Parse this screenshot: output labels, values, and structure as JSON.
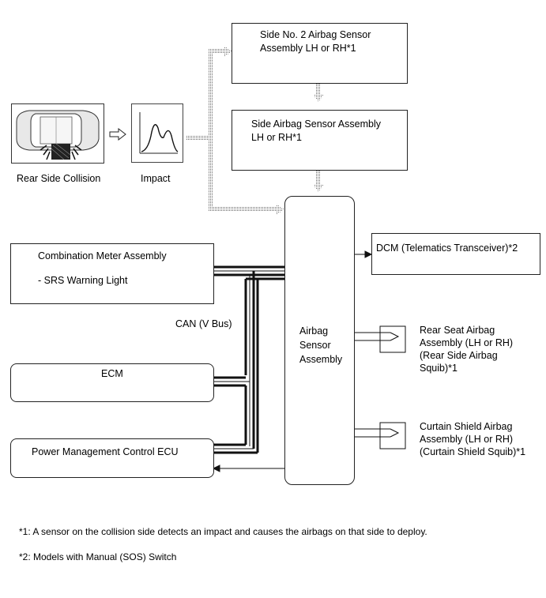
{
  "collision": {
    "label": "Rear Side Collision"
  },
  "impact": {
    "label": "Impact"
  },
  "sensors": {
    "no2": {
      "line1": "Side No. 2 Airbag Sensor",
      "line2": "Assembly LH or RH*1"
    },
    "side": {
      "line1": "Side Airbag Sensor Assembly",
      "line2": "LH or RH*1"
    }
  },
  "airbag_ecu": {
    "line1": "Airbag",
    "line2": "Sensor",
    "line3": "Assembly"
  },
  "dcm": {
    "label": "DCM (Telematics Transceiver)*2"
  },
  "meter": {
    "title": "Combination Meter Assembly",
    "item": "- SRS Warning Light"
  },
  "can_label": "CAN (V Bus)",
  "ecm": {
    "label": "ECM"
  },
  "pmc": {
    "label": "Power Management Control ECU"
  },
  "rear_seat": {
    "line1": "Rear Seat Airbag",
    "line2": "Assembly (LH or RH)",
    "line3": "(Rear Side Airbag",
    "line4": "Squib)*1"
  },
  "curtain": {
    "line1": "Curtain Shield Airbag",
    "line2": "Assembly (LH or RH)",
    "line3": "(Curtain Shield Squib)*1"
  },
  "notes": {
    "n1": "*1: A sensor on the collision side detects an impact and causes the airbags on that side to deploy.",
    "n2": "*2: Models with Manual (SOS) Switch"
  }
}
